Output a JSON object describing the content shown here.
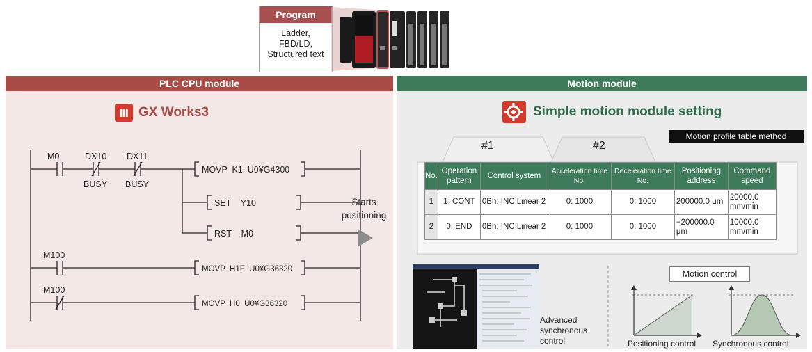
{
  "program": {
    "title": "Program",
    "lines": [
      "Ladder,",
      "FBD/LD,",
      "Structured text"
    ]
  },
  "plc": {
    "header": "PLC CPU module",
    "software": "GX Works3",
    "ladder": {
      "contacts": [
        "M0",
        "DX10",
        "DX11",
        "M100",
        "M100"
      ],
      "busy_labels": [
        "BUSY",
        "BUSY"
      ],
      "instructions": [
        "MOVP  K1  U0¥G4300",
        "SET    Y10",
        "RST    M0",
        "MOVP  H1F  U0¥G36320",
        "MOVP  H0  U0¥G36320"
      ]
    }
  },
  "arrow": {
    "label_line1": "Starts",
    "label_line2": "positioning"
  },
  "motion": {
    "header": "Motion module",
    "software": "Simple motion module setting",
    "method": "Motion profile table method",
    "tabs": [
      "#1",
      "#2"
    ],
    "table": {
      "headers": [
        "No.",
        "Operation pattern",
        "Control system",
        "Acceleration time No.",
        "Deceleration time No.",
        "Positioning address",
        "Command speed"
      ],
      "rows": [
        [
          "1",
          "1: CONT",
          "0Bh: INC Linear 2",
          "0: 1000",
          "0: 1000",
          "200000.0 μm",
          "20000.0 mm/min"
        ],
        [
          "2",
          "0: END",
          "0Bh: INC Linear 2",
          "0: 1000",
          "0: 1000",
          "−200000.0 μm",
          "10000.0 mm/min"
        ]
      ]
    },
    "advanced_label": [
      "Advanced",
      "synchronous",
      "control"
    ],
    "motion_control_label": "Motion control",
    "positioning_label": "Positioning control",
    "synchronous_label": "Synchronous control"
  },
  "colors": {
    "plc_accent": "#a84a46",
    "motion_accent": "#3e7b5b"
  }
}
